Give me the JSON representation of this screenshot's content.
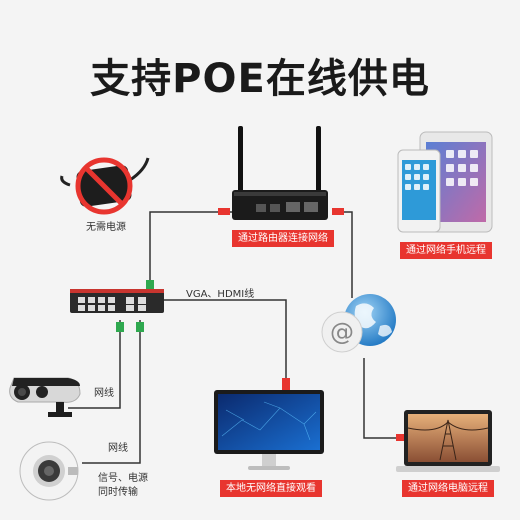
{
  "title": "支持POE在线供电",
  "labels": {
    "no_power": "无需电源",
    "router": "通过路由器连接网络",
    "phone": "通过网络手机远程",
    "vga_hdmi": "VGA、HDMI线",
    "cable1": "网线",
    "cable2": "网线",
    "signal_line1": "信号、电源",
    "signal_line2": "同时传输",
    "monitor": "本地无网络直接观看",
    "laptop": "通过网络电脑远程"
  },
  "colors": {
    "label_bg": "#e8352f",
    "wire": "#333333",
    "connector_red": "#e8352f",
    "connector_green": "#2fa84f",
    "network_globe": "#2a8fd8"
  },
  "icons": {
    "no_power": "no-power-adapter-icon",
    "network": "internet-globe-icon"
  }
}
